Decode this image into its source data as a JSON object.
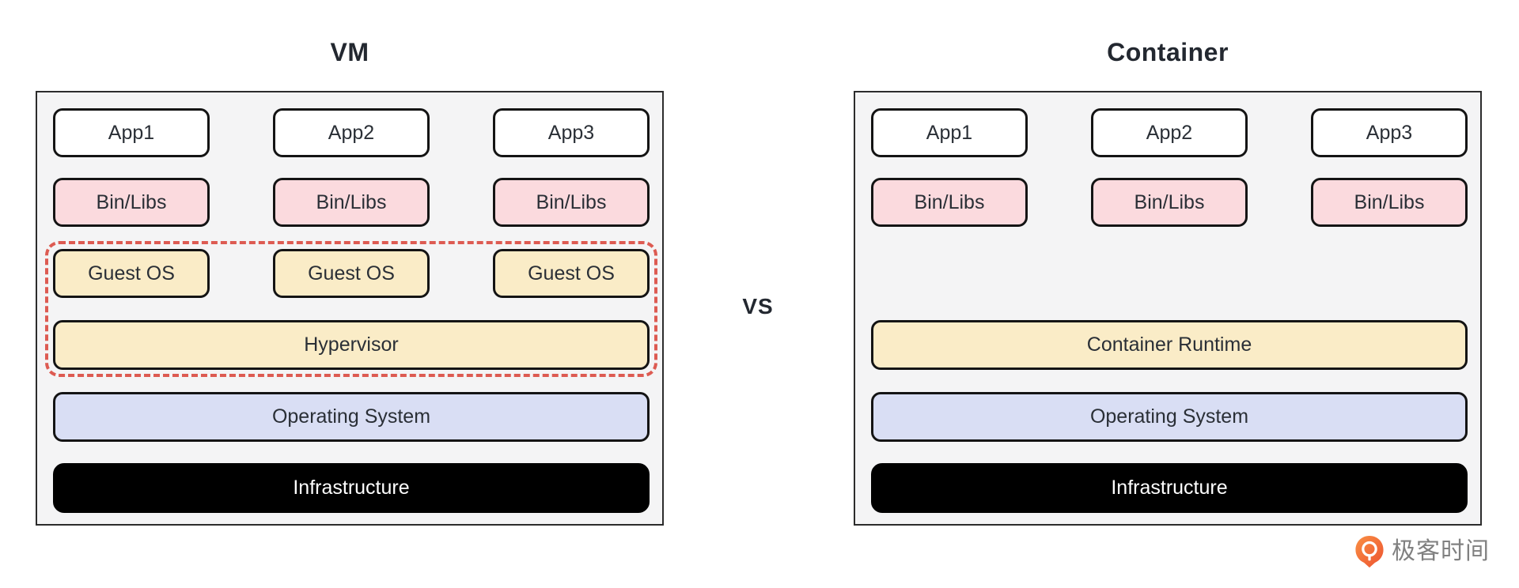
{
  "vm_panel": {
    "title": "VM",
    "apps": [
      "App1",
      "App2",
      "App3"
    ],
    "bin_libs": [
      "Bin/Libs",
      "Bin/Libs",
      "Bin/Libs"
    ],
    "guest_os": [
      "Guest OS",
      "Guest OS",
      "Guest OS"
    ],
    "hypervisor": "Hypervisor",
    "operating_system": "Operating System",
    "infrastructure": "Infrastructure"
  },
  "vs_label": "VS",
  "container_panel": {
    "title": "Container",
    "apps": [
      "App1",
      "App2",
      "App3"
    ],
    "bin_libs": [
      "Bin/Libs",
      "Bin/Libs",
      "Bin/Libs"
    ],
    "container_runtime": "Container Runtime",
    "operating_system": "Operating System",
    "infrastructure": "Infrastructure"
  },
  "watermark": {
    "brand_text": "极客时间"
  },
  "colors": {
    "panel-bg": "#f4f4f5",
    "panel-border": "#2c2c2c",
    "box-border": "#141414",
    "app-bg": "#ffffff",
    "binlibs-bg": "#fbdade",
    "yellow-bg": "#faecc7",
    "os-bg": "#d9def4",
    "infra-bg": "#000000",
    "infra-text": "#ffffff",
    "dashed-red": "#dd5b52",
    "title-text": "#232830",
    "box-text": "#2a2f36",
    "logo-orange": "#f26835",
    "logo-orange-light": "#f98f44",
    "logo-text": "#808080"
  }
}
